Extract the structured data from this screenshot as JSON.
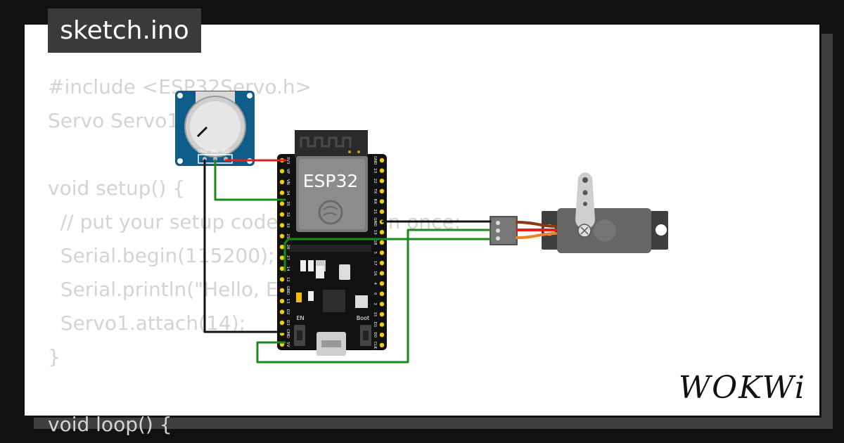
{
  "tab": {
    "filename": "sketch.ino"
  },
  "code_lines": [
    "#include <ESP32Servo.h>",
    "Servo Servo1;",
    "",
    "void setup() {",
    "  // put your setup code here, to run once:",
    "  Serial.begin(115200);",
    "  Serial.println(\"Hello, ESP32!\");",
    "  Servo1.attach(14);",
    "}",
    "",
    "void loop() {"
  ],
  "board": {
    "label": "ESP32",
    "button_en": "EN",
    "button_boot": "Boot",
    "left_pins": [
      "3V3",
      "VP",
      "VN",
      "34",
      "35",
      "32",
      "33",
      "25",
      "26",
      "27",
      "14",
      "12",
      "GND",
      "13",
      "D2",
      "D3",
      "CMD",
      "5V"
    ],
    "right_pins": [
      "GND",
      "23",
      "22",
      "TX",
      "RX",
      "21",
      "GND",
      "19",
      "18",
      "5",
      "17",
      "16",
      "4",
      "0",
      "2",
      "15",
      "D1",
      "D0",
      "CLK"
    ]
  },
  "pot": {
    "pins": [
      "GND",
      "SIG",
      "VCC"
    ]
  },
  "colors": {
    "wire_red": "#e02020",
    "wire_green": "#1a8a1a",
    "wire_black": "#111111",
    "wire_orange": "#f08020",
    "pot_blue": "#0d5c8a"
  },
  "logo": {
    "text": "WOKWi"
  }
}
